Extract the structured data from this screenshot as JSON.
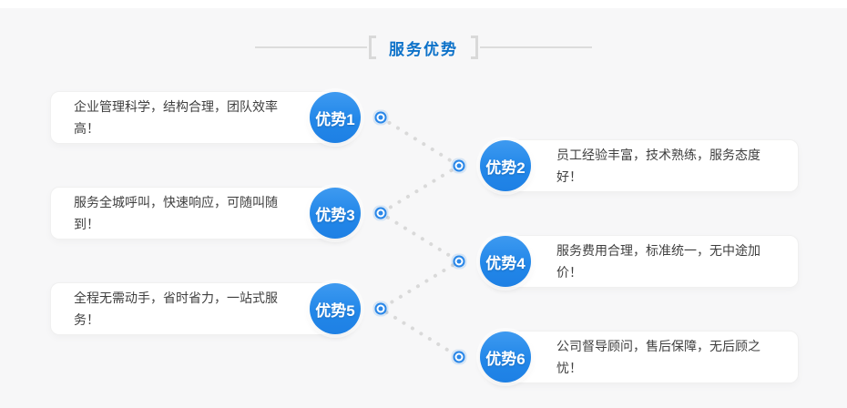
{
  "header": {
    "title": "服务优势"
  },
  "advantages": [
    {
      "label": "优势1",
      "side": "left",
      "text": "企业管理科学，结构合理，团队效率高！"
    },
    {
      "label": "优势2",
      "side": "right",
      "text": "员工经验丰富，技术熟练，服务态度好！"
    },
    {
      "label": "优势3",
      "side": "left",
      "text": "服务全城呼叫，快速响应，可随叫随到！"
    },
    {
      "label": "优势4",
      "side": "right",
      "text": "服务费用合理，标准统一，无中途加价！"
    },
    {
      "label": "优势5",
      "side": "left",
      "text": "全程无需动手，省时省力，一站式服务！"
    },
    {
      "label": "优势6",
      "side": "right",
      "text": "公司督导顾问，售后保障，无后顾之忧！"
    }
  ],
  "colors": {
    "accent_blue": "#2287e9",
    "title_blue": "#0d72c9",
    "connector_gray": "#d9d9d9",
    "background": "#f7f7f8",
    "card_white": "#ffffff"
  }
}
